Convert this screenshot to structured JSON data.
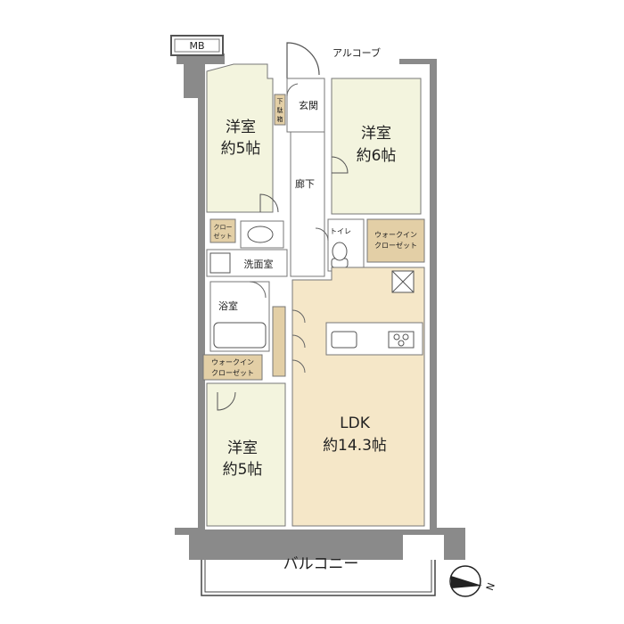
{
  "floorplan": {
    "mb": "MB",
    "alcove": "アルコーブ",
    "entrance": "玄関",
    "shoe_box": [
      "下",
      "駄",
      "箱"
    ],
    "corridor": "廊下",
    "bedroom_nw": {
      "name": "洋室",
      "size": "約5帖"
    },
    "bedroom_ne": {
      "name": "洋室",
      "size": "約6帖"
    },
    "bedroom_sw": {
      "name": "洋室",
      "size": "約5帖"
    },
    "closet": [
      "クロー",
      "ゼット"
    ],
    "toilet": "トイレ",
    "wic_ne": [
      "ウォークイン",
      "クローゼット"
    ],
    "wic_w": [
      "ウォークイン",
      "クローゼット"
    ],
    "washroom": "洗面室",
    "bathroom": "浴室",
    "ldk": {
      "name": "LDK",
      "size": "約14.3帖"
    },
    "balcony": "バルコニー",
    "north": "N"
  },
  "colors": {
    "wall": "#8a8a8a",
    "room": "#f3f4de",
    "ldk": "#f5e7c8",
    "wet": "#ffffff",
    "storage": "#e3cfa6"
  }
}
